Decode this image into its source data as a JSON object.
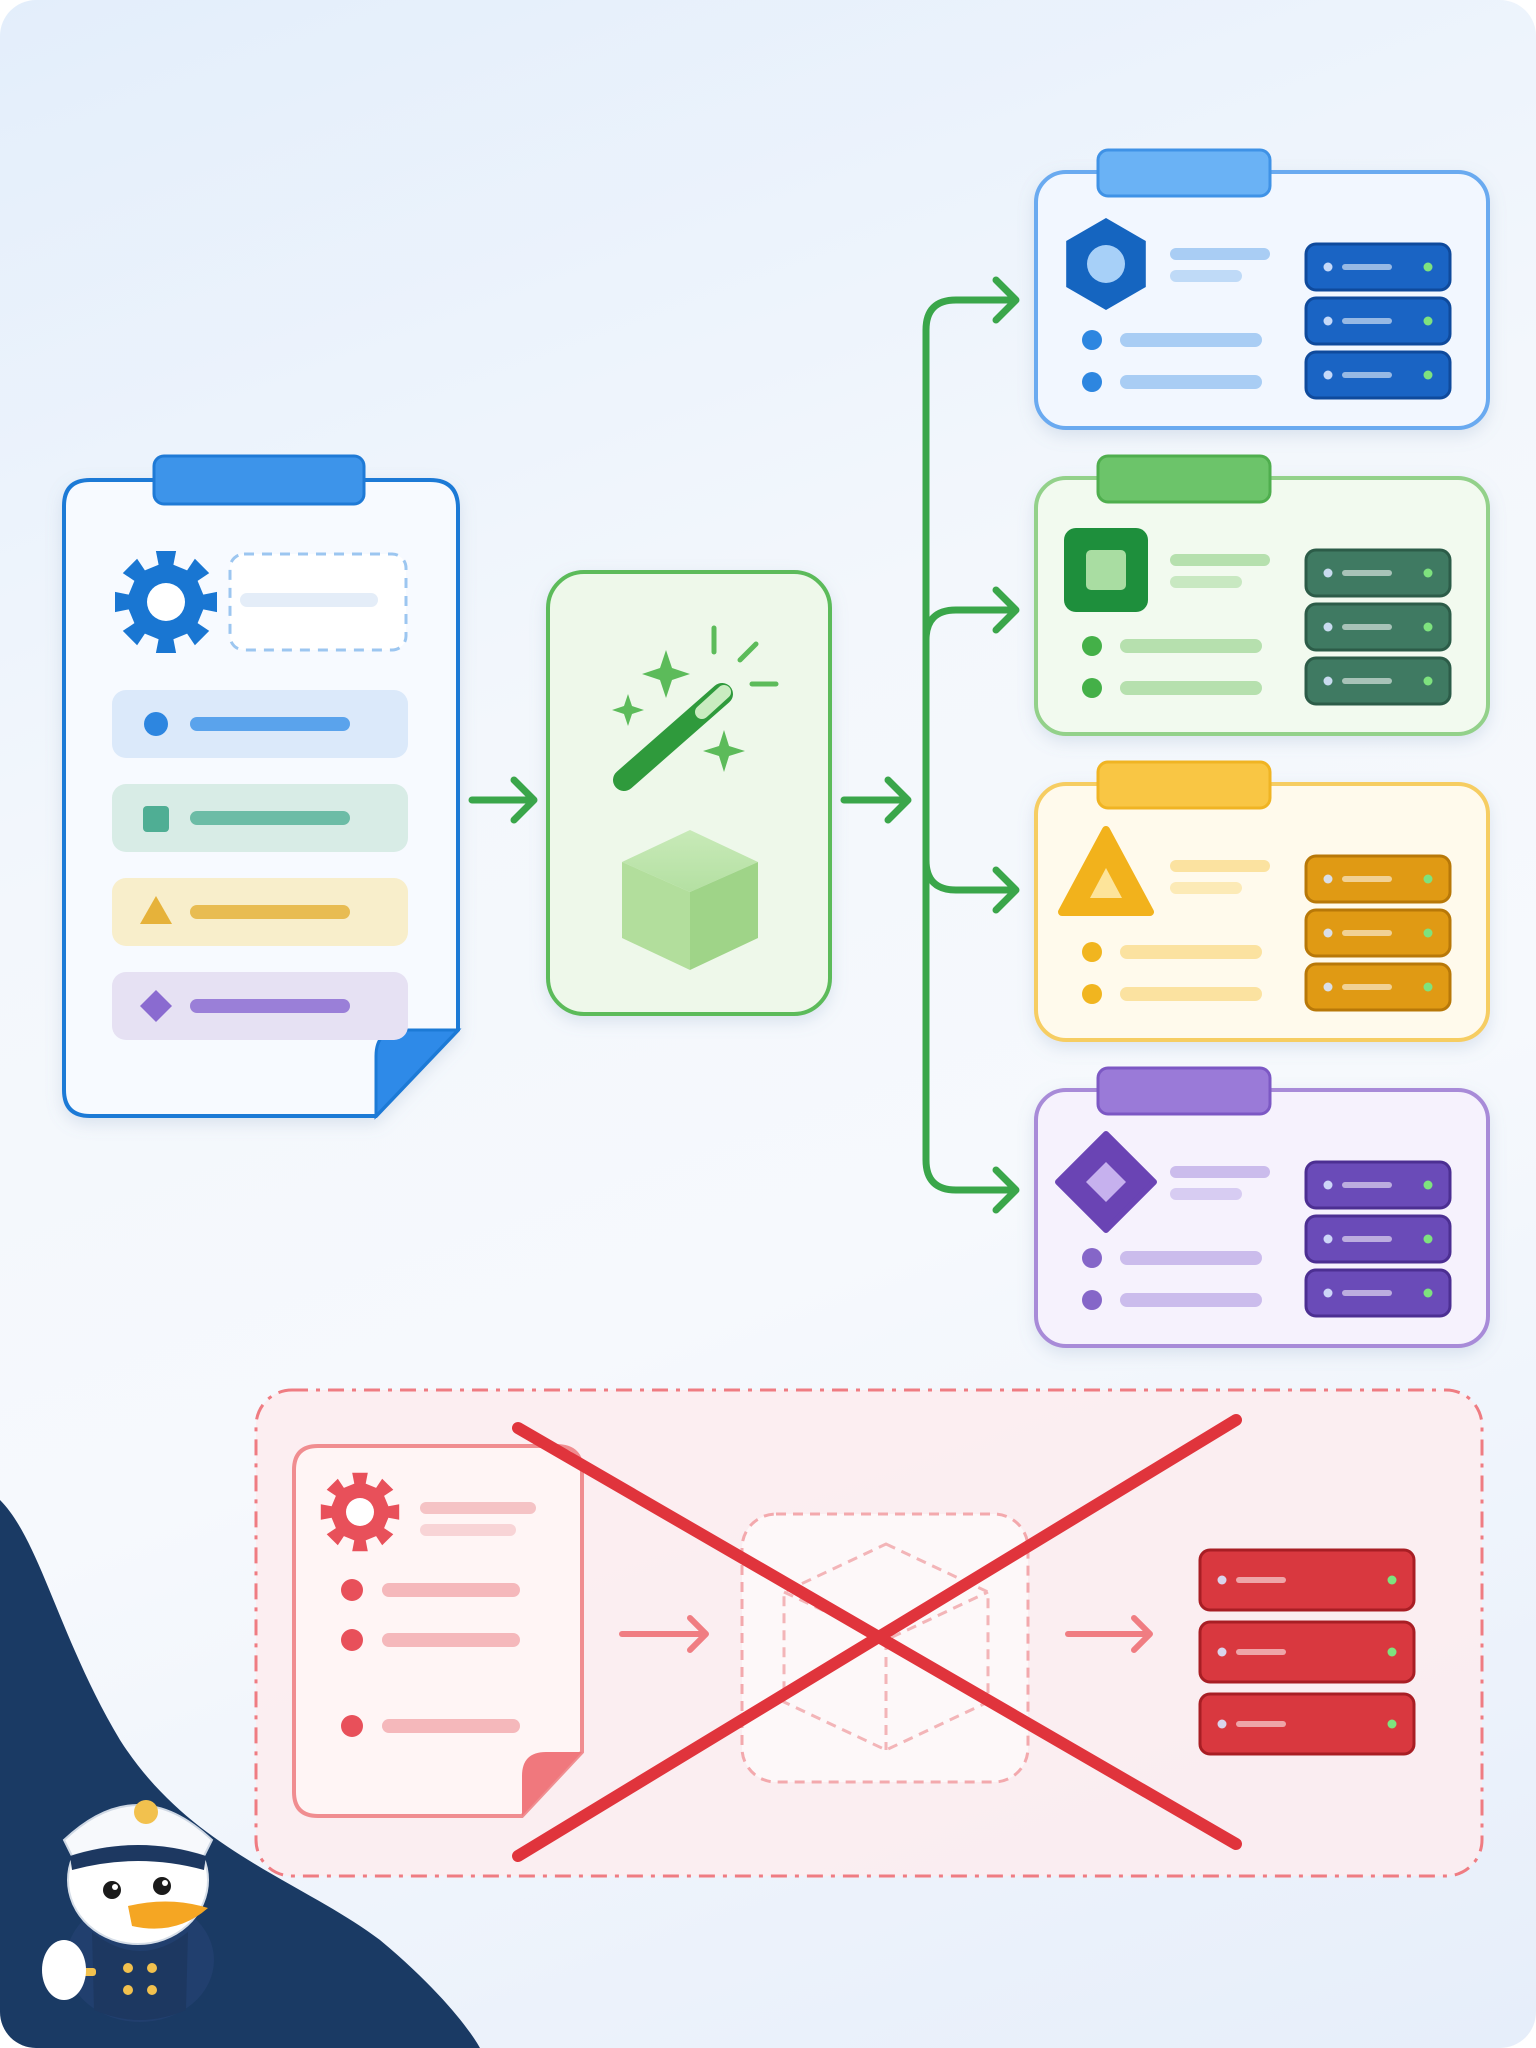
{
  "colors": {
    "config": "#1976d2",
    "factory": "#43a047",
    "blue": "#1565c0",
    "green": "#2e7d32",
    "yellow": "#f0a400",
    "purple": "#6a44b4",
    "error": "#e53935",
    "mascot_navy": "#1a3a64"
  },
  "icons": {
    "config_document": "document-icon",
    "config_gear": "gear-icon",
    "factory_wand": "magic-wand-icon",
    "factory_cube": "cube-icon",
    "instance_server": "server-stack-icon",
    "failed_marker": "cross-icon",
    "mascot": "duck-captain-mascot"
  },
  "instances": [
    {
      "shape": "hexagon",
      "color": "blue"
    },
    {
      "shape": "square",
      "color": "green"
    },
    {
      "shape": "triangle",
      "color": "yellow"
    },
    {
      "shape": "diamond",
      "color": "purple"
    }
  ],
  "config_items": [
    {
      "shape": "circle",
      "color": "blue"
    },
    {
      "shape": "square",
      "color": "green"
    },
    {
      "shape": "triangle",
      "color": "yellow"
    },
    {
      "shape": "diamond",
      "color": "purple"
    }
  ]
}
